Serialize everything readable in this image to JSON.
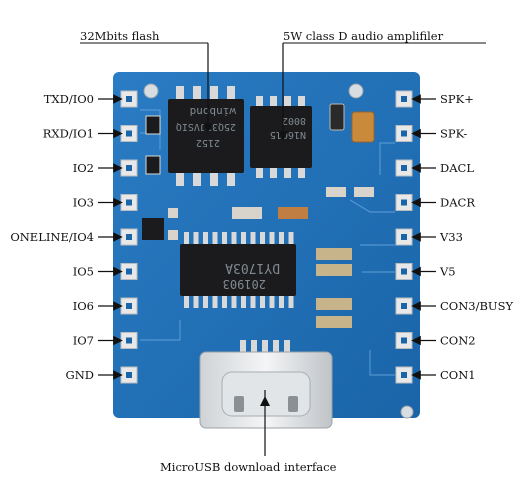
{
  "annotations": {
    "flash": "32Mbits flash",
    "amplifier": "5W class D audio amplifiler",
    "usb": "MicroUSB download interface"
  },
  "left_pins": [
    "TXD/IO0",
    "RXD/IO1",
    "IO2",
    "IO3",
    "ONELINE/IO4",
    "IO5",
    "IO6",
    "IO7",
    "GND"
  ],
  "right_pins": [
    "SPK+",
    "SPK-",
    "DACL",
    "DACR",
    "V33",
    "V5",
    "CON3/BUSY",
    "CON2",
    "CON1"
  ],
  "chip_markings": {
    "flash": [
      "winbond",
      "25Q32JVSIQ",
      "2152"
    ],
    "amplifier": [
      "8002",
      "N16015"
    ],
    "decoder": [
      "DY1703A",
      "201903"
    ]
  },
  "colors": {
    "pcb": "#1f6fb6",
    "pad": "#e8e8e8",
    "chip": "#1b1b1d",
    "label": "#111111"
  }
}
